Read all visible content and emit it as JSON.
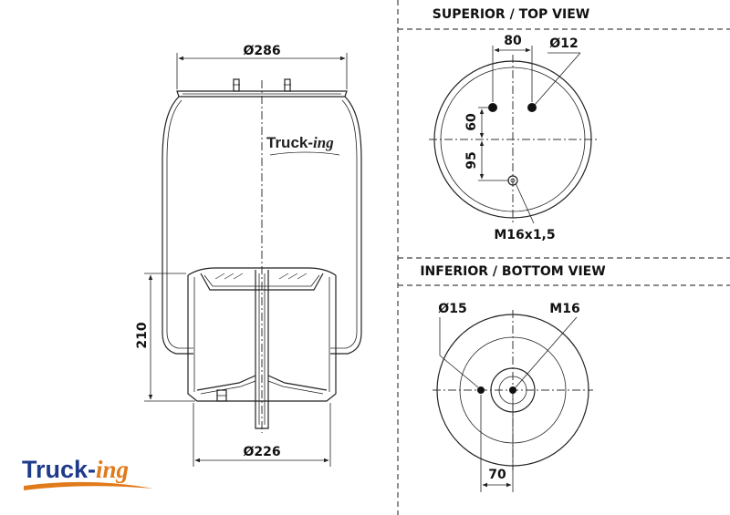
{
  "side_view": {
    "top_diameter": "Ø286",
    "height": "210",
    "bottom_diameter": "Ø226",
    "brand": {
      "main": "Truck-",
      "accent": "ing"
    }
  },
  "top_view": {
    "title": "SUPERIOR / TOP VIEW",
    "stud_spacing": "80",
    "hole_diameter": "Ø12",
    "offset_upper": "60",
    "offset_lower": "95",
    "thread": "M16x1,5"
  },
  "bottom_view": {
    "title": "INFERIOR / BOTTOM VIEW",
    "hole_diameter": "Ø15",
    "thread": "M16",
    "offset": "70"
  },
  "logo": {
    "main": "Truck-",
    "accent": "ing",
    "accent_color": "#e07a1a",
    "main_color": "#1e3a8a"
  }
}
